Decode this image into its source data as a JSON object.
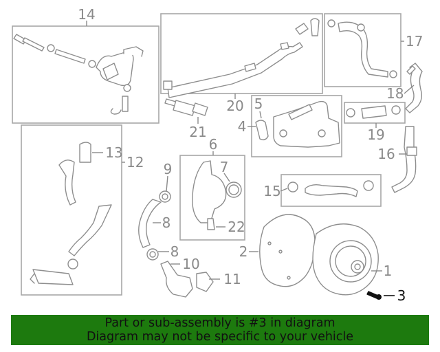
{
  "callouts": {
    "n1": "1",
    "n2": "2",
    "n3": "3",
    "n4": "4",
    "n5": "5",
    "n6": "6",
    "n7": "7",
    "n8a": "8",
    "n8b": "8",
    "n9": "9",
    "n10": "10",
    "n11": "11",
    "n12": "12",
    "n13": "13",
    "n14": "14",
    "n15": "15",
    "n16": "16",
    "n17": "17",
    "n18": "18",
    "n19": "19",
    "n20": "20",
    "n21": "21",
    "n22": "22"
  },
  "banner": {
    "line1": "Part or sub-assembly is #3 in diagram",
    "line2": "Diagram may not be specific to your vehicle"
  },
  "colors": {
    "banner_bg": "#1d7a0e",
    "highlight_part": "#111111",
    "line_art": "#8e8e8e"
  }
}
